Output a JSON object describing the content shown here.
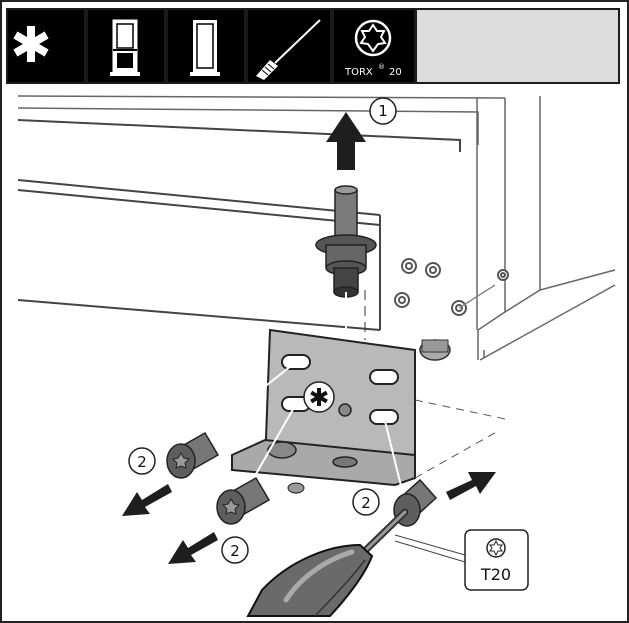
{
  "header": {
    "icons": [
      {
        "name": "asterisk-icon"
      },
      {
        "name": "fridge-freezer-icon"
      },
      {
        "name": "fridge-icon"
      },
      {
        "name": "screwdriver-icon"
      },
      {
        "name": "torx-icon",
        "label": "TORX",
        "reg": "®",
        "size": "20"
      }
    ]
  },
  "callouts": {
    "step1": "1",
    "step2_left_top": "2",
    "step2_left_bottom": "2",
    "step2_right": "2",
    "tool_label": "T20"
  },
  "colors": {
    "header_bg": "#1b1b1b",
    "header_cell": "#000000",
    "header_fill": "#dcdcdc",
    "metal": "#b9b9b9",
    "screw": "#6d6d6d",
    "arrow": "#1e1e1e",
    "line": "#333333"
  }
}
